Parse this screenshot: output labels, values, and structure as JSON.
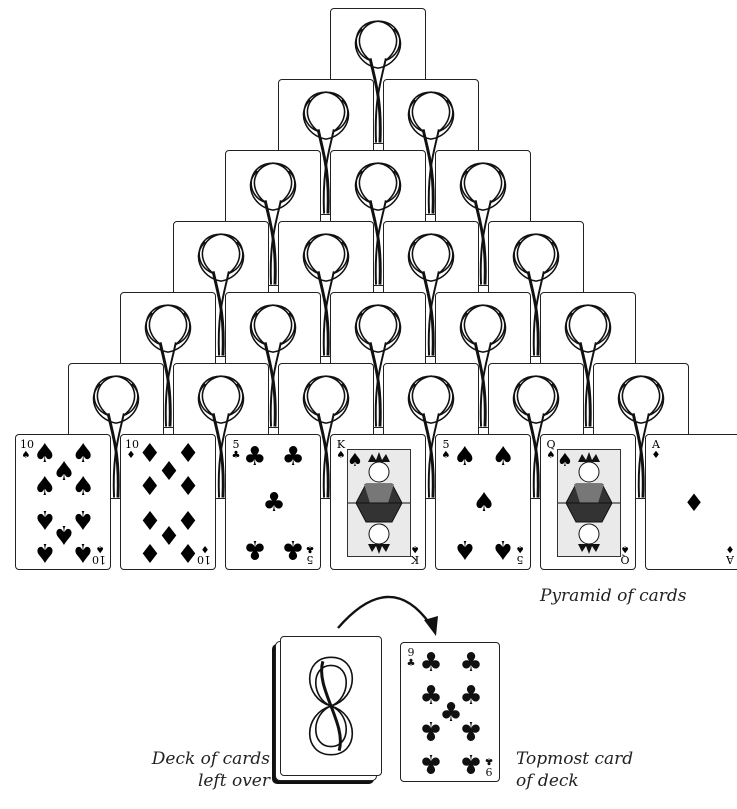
{
  "pyramid": {
    "caption": "Pyramid of cards",
    "back_rows": [
      1,
      2,
      3,
      4,
      5,
      6
    ],
    "bottom_row": [
      {
        "rank": "10",
        "suit": "♠",
        "color": "#000000"
      },
      {
        "rank": "10",
        "suit": "♦",
        "color": "#000000"
      },
      {
        "rank": "5",
        "suit": "♣",
        "color": "#000000"
      },
      {
        "rank": "K",
        "suit": "♠",
        "color": "#000000"
      },
      {
        "rank": "5",
        "suit": "♠",
        "color": "#000000"
      },
      {
        "rank": "Q",
        "suit": "♠",
        "color": "#000000"
      },
      {
        "rank": "A",
        "suit": "♦",
        "color": "#000000"
      }
    ]
  },
  "deck": {
    "caption_line1": "Deck of cards",
    "caption_line2": "left over"
  },
  "top_card": {
    "rank": "9",
    "suit": "♣",
    "caption_line1": "Topmost card",
    "caption_line2": "of deck"
  },
  "icons": {
    "card_back": "card-back-flourish-icon",
    "arrow": "curved-arrow-icon"
  }
}
